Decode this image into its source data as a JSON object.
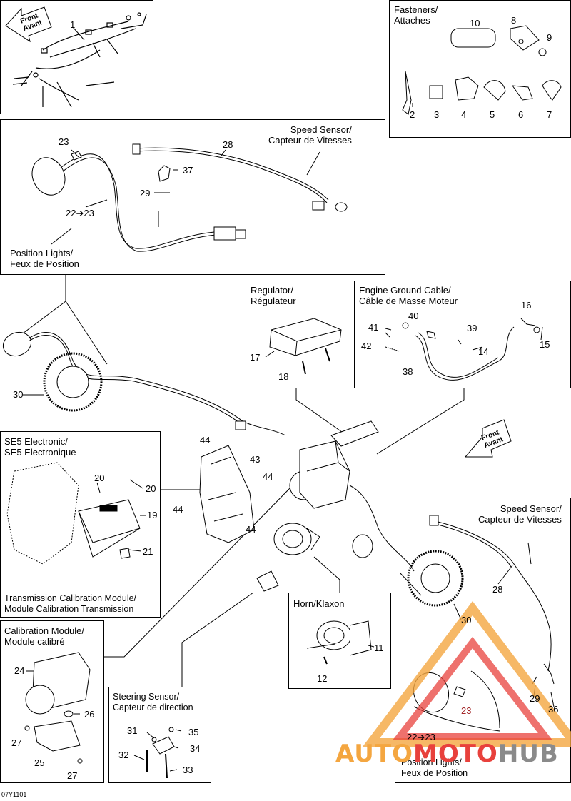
{
  "front_label": {
    "line1": "Front",
    "line2": "Avant"
  },
  "boxes": {
    "fasteners": {
      "line1": "Fasteners/",
      "line2": "Attaches"
    },
    "position_lights_top": {
      "line1": "Position Lights/",
      "line2": "Feux de Position"
    },
    "speed_sensor_top": {
      "line1": "Speed Sensor/",
      "line2": "Capteur de Vitesses"
    },
    "regulator": {
      "line1": "Regulator/",
      "line2": "Régulateur"
    },
    "engine_ground": {
      "line1": "Engine Ground Cable/",
      "line2": "Câble de Masse Moteur"
    },
    "se5": {
      "line1": "SE5 Electronic/",
      "line2": "SE5 Electronique"
    },
    "tcm": {
      "line1": "Transmission Calibration Module/",
      "line2": "Module Calibration Transmission"
    },
    "speed_sensor_right": {
      "line1": "Speed Sensor/",
      "line2": "Capteur de Vitesses"
    },
    "horn": {
      "line1": "Horn/Klaxon"
    },
    "calibration": {
      "line1": "Calibration Module/",
      "line2": "Module calibré"
    },
    "steering": {
      "line1": "Steering Sensor/",
      "line2": "Capteur de direction"
    },
    "position_lights_right": {
      "line1": "Position Lights/",
      "line2": "Feux de Position"
    }
  },
  "callouts": {
    "n1": "1",
    "n2": "2",
    "n3": "3",
    "n4": "4",
    "n5": "5",
    "n6": "6",
    "n7": "7",
    "n8": "8",
    "n9": "9",
    "n10": "10",
    "n11": "11",
    "n12": "12",
    "n14": "14",
    "n15": "15",
    "n16": "16",
    "n17": "17",
    "n18": "18",
    "n19": "19",
    "n20a": "20",
    "n20b": "20",
    "n21": "21",
    "n22_23a": "22➔23",
    "n22_23b": "22➔23",
    "n23a": "23",
    "n23b": "23",
    "n24": "24",
    "n25": "25",
    "n26": "26",
    "n27a": "27",
    "n27b": "27",
    "n28a": "28",
    "n28b": "28",
    "n29a": "29",
    "n29b": "29",
    "n30a": "30",
    "n30b": "30",
    "n31": "31",
    "n32": "32",
    "n33": "33",
    "n34": "34",
    "n35": "35",
    "n36": "36",
    "n37": "37",
    "n38": "38",
    "n39": "39",
    "n40": "40",
    "n41": "41",
    "n42": "42",
    "n43": "43",
    "n44a": "44",
    "n44b": "44",
    "n44c": "44",
    "n44d": "44"
  },
  "figure_code": "07Y1101",
  "watermark": {
    "part1": "AUTO",
    "part2": "MOTO",
    "part3": "HUB"
  },
  "colors": {
    "ink": "#000000",
    "watermark_orange": "#f4a640",
    "watermark_red": "#e8413c",
    "watermark_gray": "#8a8a8a"
  }
}
